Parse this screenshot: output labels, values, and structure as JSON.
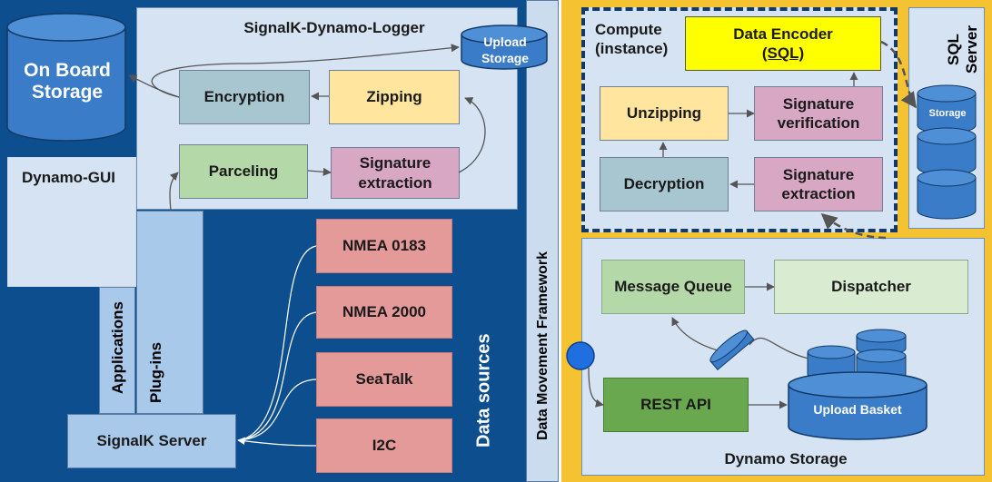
{
  "left": {
    "on_board_storage": "On Board Storage",
    "dynamo_gui": "Dynamo-GUI",
    "logger_title": "SignalK-Dynamo-Logger",
    "upload_storage": "Upload Storage",
    "encryption": "Encryption",
    "zipping": "Zipping",
    "parceling": "Parceling",
    "signature_extraction": "Signature extraction",
    "applications": "Applications",
    "plugins": "Plug-ins",
    "signalk_server": "SignalK Server",
    "data_sources_label": "Data sources",
    "sources": [
      "NMEA 0183",
      "NMEA 2000",
      "SeaTalk",
      "I2C"
    ]
  },
  "middle": {
    "data_movement_framework": "Data Movement Framework"
  },
  "right": {
    "compute_title": "Compute (instance)",
    "data_encoder": "Data Encoder",
    "data_encoder_sub": "(SQL)",
    "sql_server": "SQL Server",
    "storage": "Storage",
    "unzipping": "Unzipping",
    "signature_verification": "Signature verification",
    "decryption": "Decryption",
    "signature_extraction": "Signature extraction",
    "message_queue": "Message Queue",
    "dispatcher": "Dispatcher",
    "rest_api": "REST API",
    "upload_basket": "Upload Basket",
    "dynamo_storage": "Dynamo Storage"
  },
  "colors": {
    "left_background": "#0d4f8e",
    "right_background": "#f5c232",
    "data_sources_box": "#e59a9a",
    "rest_api_box": "#6aa84f",
    "data_encoder_box": "#ffff00",
    "cylinder": "#3a7cc8"
  }
}
